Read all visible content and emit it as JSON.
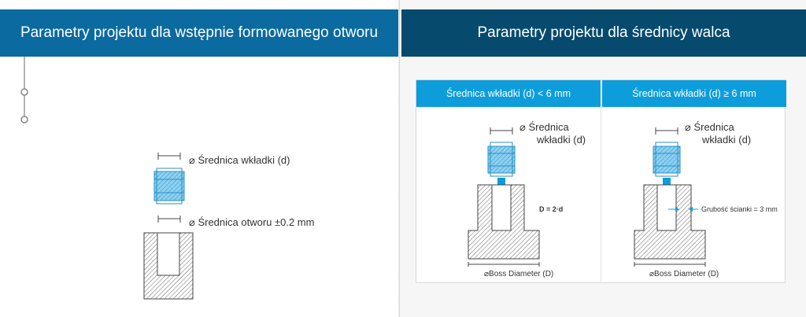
{
  "left": {
    "header": "Parametry projektu dla wstępnie formowanego otworu",
    "label_insert": "⌀ Średnica wkładki (d)",
    "label_hole": "⌀ Średnica otworu ±0.2 mm"
  },
  "right": {
    "header": "Parametry projektu dla średnicy walca",
    "table_headers": [
      "Średnica wkładki (d) < 6 mm",
      "Średnica wkładki (d) ≥ 6 mm"
    ],
    "col1": {
      "label_insert_line1": "⌀ Średnica",
      "label_insert_line2": "wkładki (d)",
      "formula": "D = 2·d",
      "boss_label": "⌀Boss Diameter (D)"
    },
    "col2": {
      "label_insert_line1": "⌀ Średnica",
      "label_insert_line2": "wkładki (d)",
      "wall_label": "Grubość ścianki = 3 mm",
      "boss_label": "⌀Boss Diameter (D)"
    }
  },
  "colors": {
    "header_left": "#0b6a9f",
    "header_right": "#064b6e",
    "table_header": "#0d9ddb",
    "insert": "#4fb3e6",
    "hatch": "#555555"
  }
}
